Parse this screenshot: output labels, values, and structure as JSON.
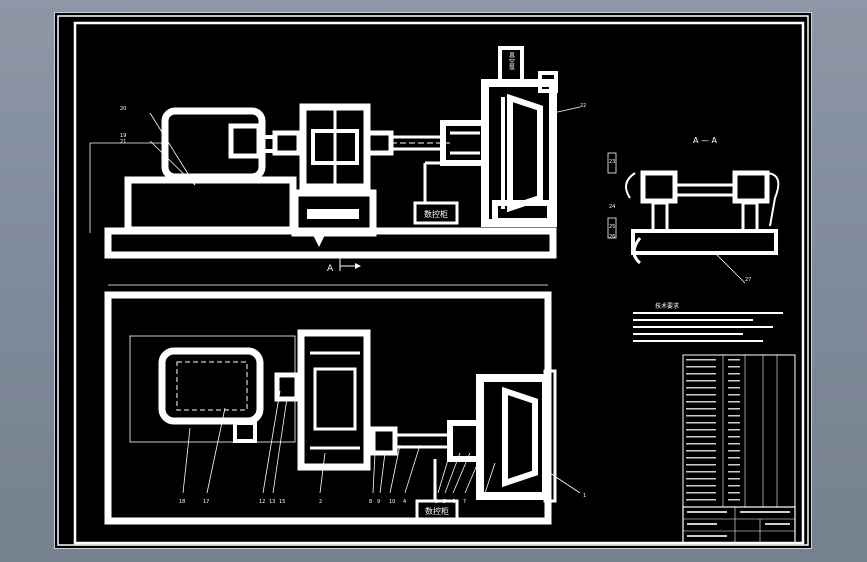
{
  "drawing": {
    "callout_numbers_bottom": [
      "18",
      "17",
      "12",
      "13",
      "15",
      "2",
      "8",
      "9",
      "10",
      "4",
      "3",
      "5",
      "6",
      "7",
      "1"
    ],
    "callout_numbers_top": [
      "20",
      "19",
      "21",
      "22"
    ],
    "section_view": {
      "title": "A — A",
      "callout_numbers": [
        "23",
        "24",
        "25",
        "26",
        "27"
      ]
    },
    "section_arrow_label": "A",
    "component_labels": {
      "tank_top": "真空泵",
      "controller_top": "数控柜",
      "controller_bottom": "数控柜"
    },
    "notes": {
      "title": "技术要求"
    },
    "colors": {
      "sheet": "#000000",
      "lines": "#ffffff",
      "background": "#7f8a9a"
    }
  }
}
